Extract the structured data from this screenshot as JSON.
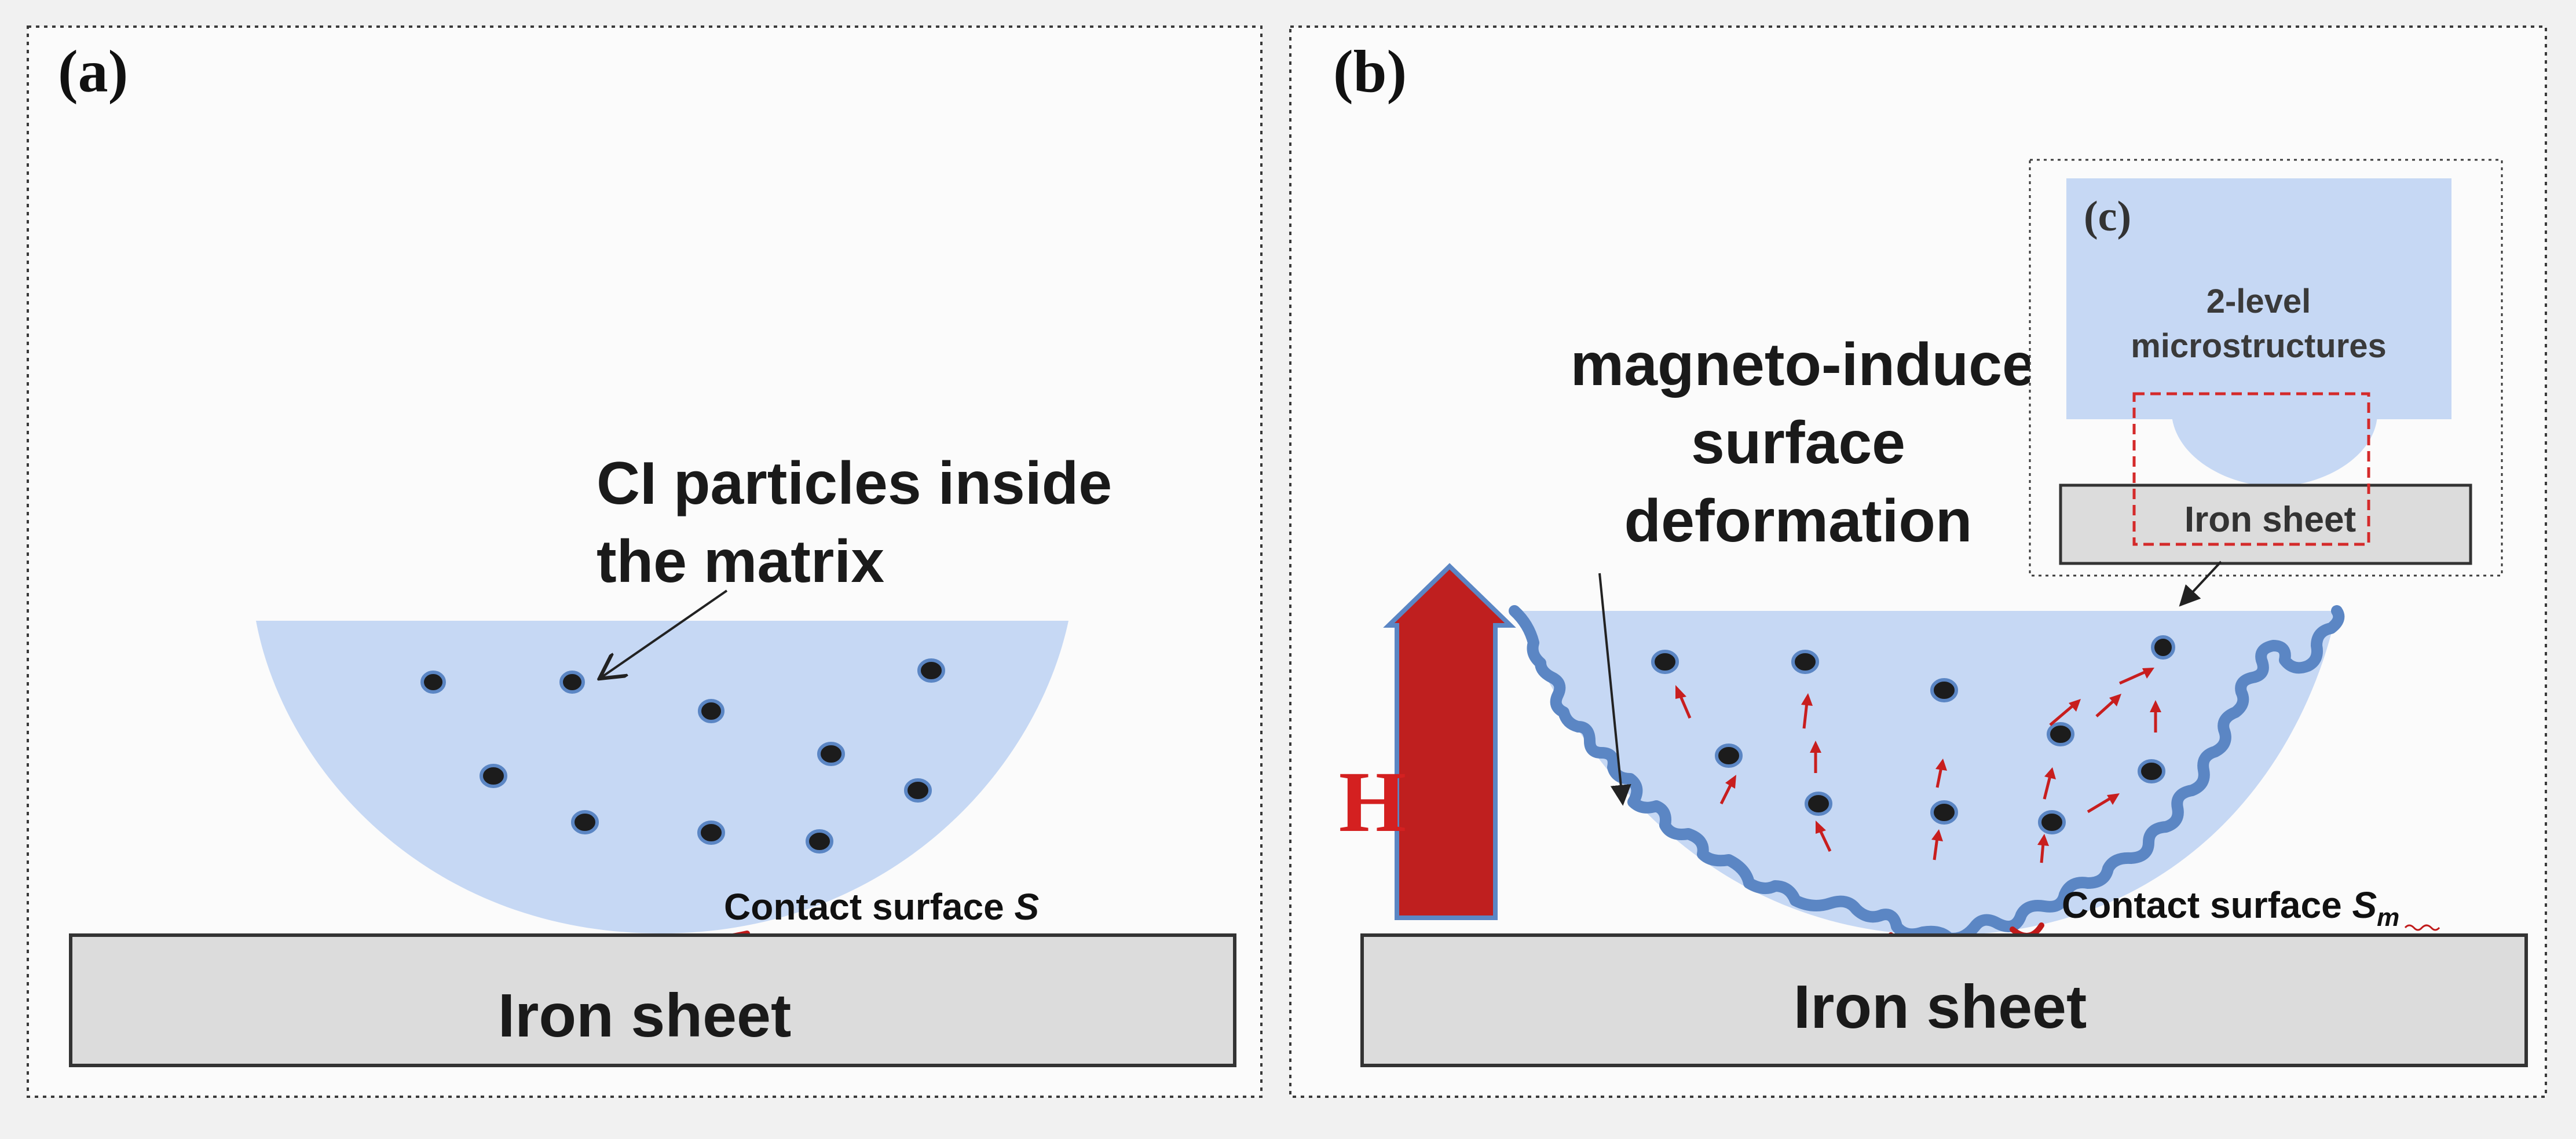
{
  "panel_a": {
    "label": "(a)",
    "annotation_line1": "CI particles inside",
    "annotation_line2": "the matrix",
    "contact_label": "Contact surface ",
    "contact_symbol": "S",
    "iron_label": "Iron sheet"
  },
  "panel_b": {
    "label": "(b)",
    "annotation_line1": "magneto-induced",
    "annotation_line2": "surface",
    "annotation_line3": "deformation",
    "field_label": "H",
    "contact_label": "Contact surface ",
    "contact_symbol": "S",
    "contact_subscript": "m",
    "iron_label": "Iron sheet"
  },
  "panel_c": {
    "label": "(c)",
    "text_line1": "2-level",
    "text_line2": "microstructures",
    "iron_label": "Iron sheet"
  },
  "colors": {
    "matrix": "#c6d8f4",
    "matrix_edge": "#5b86c4",
    "particle": "#1c1c1c",
    "iron_sheet": "#dcdcdc",
    "contact_line": "#c01a1a",
    "field_arrow": "#bf1f1f",
    "field_label": "#d42020",
    "background": "#f1f1f1"
  }
}
